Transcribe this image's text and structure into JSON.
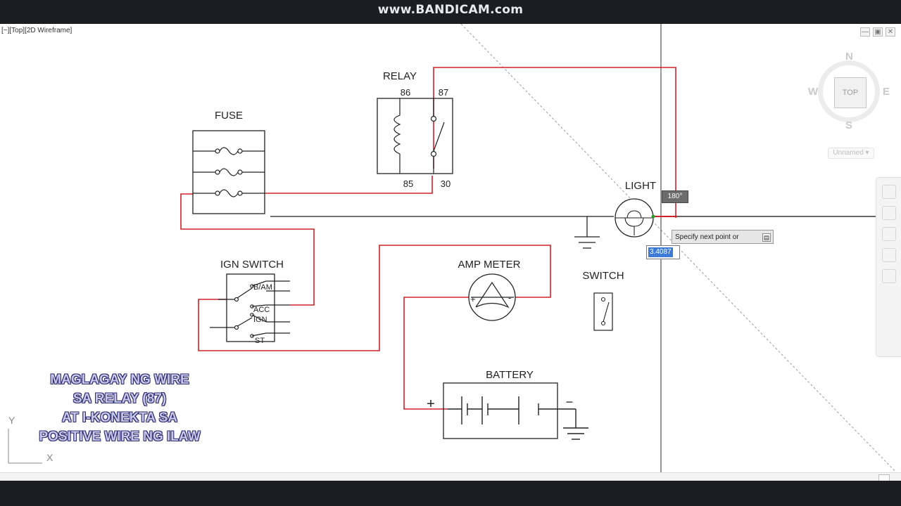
{
  "watermark": "www.BANDICAM.com",
  "viewport": {
    "label": "[−][Top][2D Wireframe]",
    "win_minimize": "—",
    "win_restore": "▣",
    "win_close": "✕"
  },
  "viewcube": {
    "north": "N",
    "south": "S",
    "east": "E",
    "west": "W",
    "face": "TOP",
    "wcs_menu": "Unnamed ▾"
  },
  "diagram": {
    "relay_title": "RELAY",
    "relay_pin_86": "86",
    "relay_pin_87": "87",
    "relay_pin_85": "85",
    "relay_pin_30": "30",
    "fuse_title": "FUSE",
    "ign_title": "IGN SWITCH",
    "ign_bam": "B/AM",
    "ign_acc": "ACC",
    "ign_ign": "IGN",
    "ign_st": "ST",
    "ampmeter_title": "AMP METER",
    "light_title": "LIGHT",
    "switch_title": "SWITCH",
    "battery_title": "BATTERY",
    "battery_plus": "+",
    "battery_minus": "−"
  },
  "dynamic_input": {
    "angle": "180°",
    "prompt": "Specify next point or",
    "prompt_button": "▤",
    "value": "3.4087"
  },
  "ucs": {
    "y_label": "Y",
    "x_label": "X"
  },
  "note_lines": [
    "MAGLAGAY NG WIRE",
    "SA RELAY (87)",
    "AT I-KONEKTA SA",
    "POSITIVE WIRE NG ILAW"
  ],
  "colors": {
    "wire_red": "#d4202a",
    "wire_black": "#222222",
    "note_fill": "#c8c8ea",
    "note_outline": "#2a2a6e",
    "bar_dark": "#1b1d20"
  }
}
